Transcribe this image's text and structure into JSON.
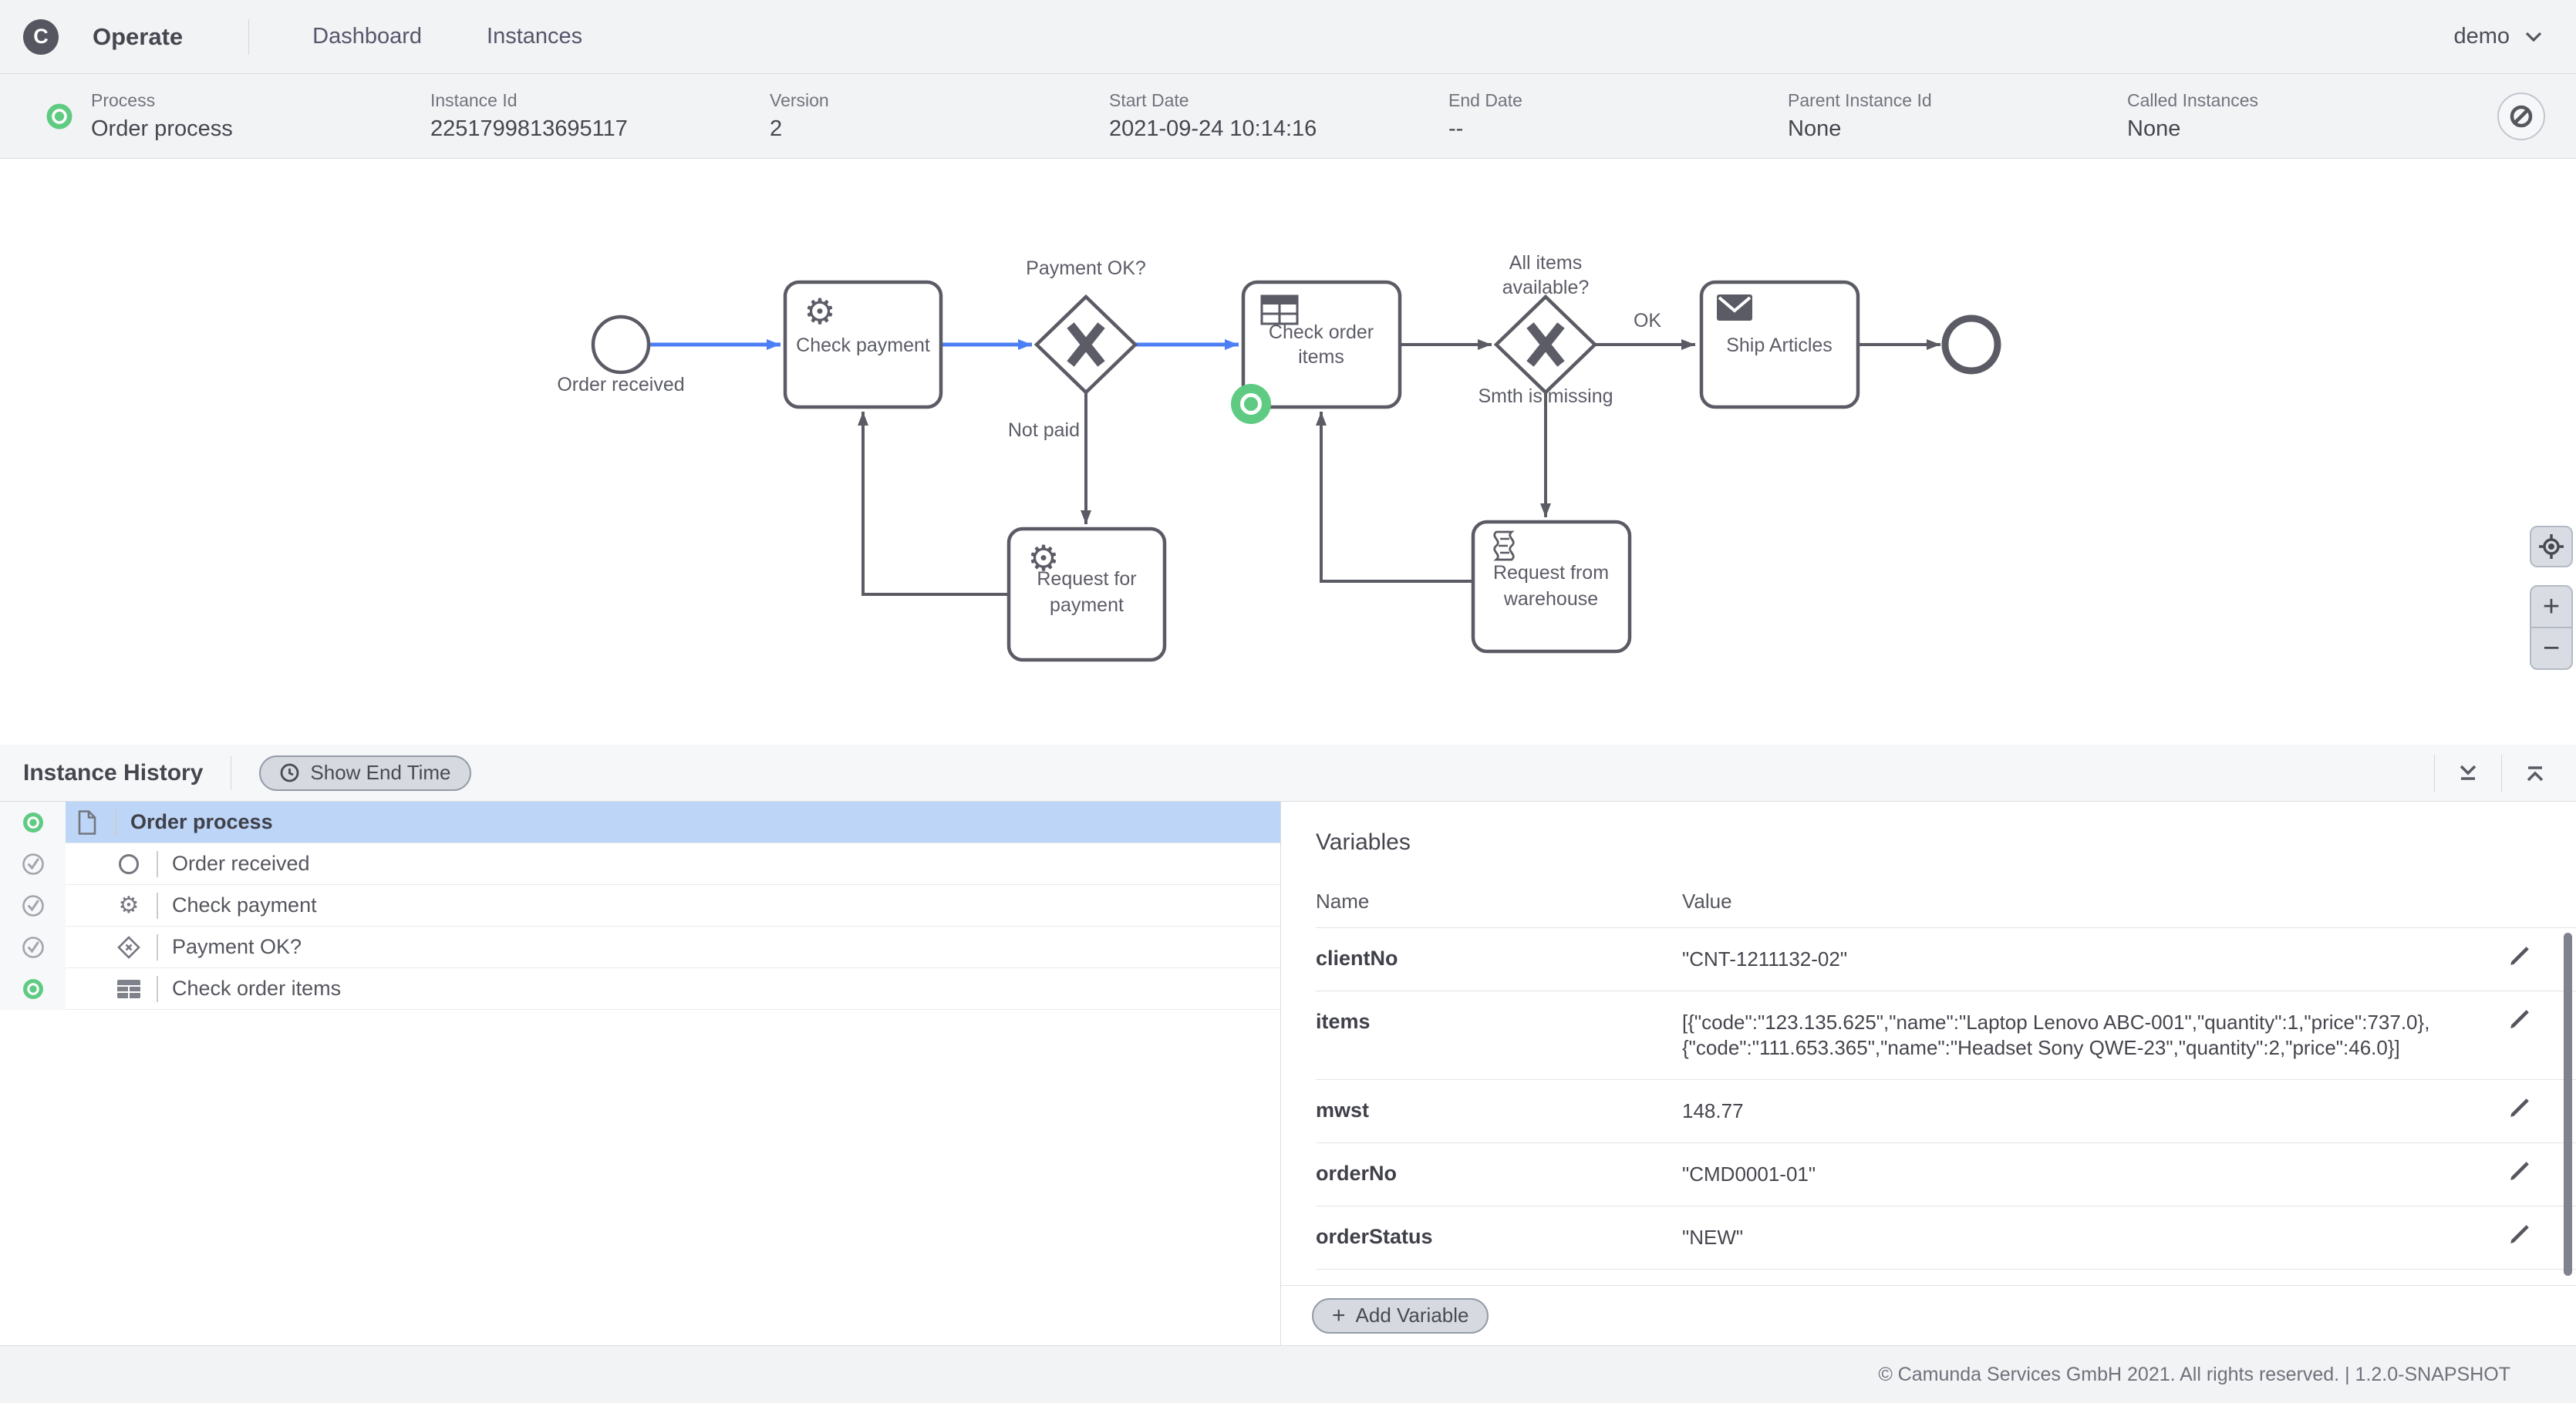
{
  "colors": {
    "active_green": "#5FCB82",
    "flow_blue": "#4C7EF5",
    "selected_row": "#BDD5F7",
    "bar_background": "#F2F3F5"
  },
  "icons": {
    "gear_glyph": "⚙",
    "plus_glyph": "+",
    "minus_glyph": "−",
    "add_plus_glyph": "+"
  },
  "header": {
    "logo_letter": "C",
    "brand": "Operate",
    "nav": [
      {
        "label": "Dashboard"
      },
      {
        "label": "Instances"
      }
    ],
    "user": "demo"
  },
  "instance_bar": {
    "fields": [
      {
        "label": "Process",
        "value": "Order process"
      },
      {
        "label": "Instance Id",
        "value": "2251799813695117"
      },
      {
        "label": "Version",
        "value": "2"
      },
      {
        "label": "Start Date",
        "value": "2021-09-24 10:14:16"
      },
      {
        "label": "End Date",
        "value": "--"
      },
      {
        "label": "Parent Instance Id",
        "value": "None"
      },
      {
        "label": "Called Instances",
        "value": "None"
      }
    ]
  },
  "diagram": {
    "start_label": "Order received",
    "task_check_payment": "Check payment",
    "gateway_payment_ok": "Payment OK?",
    "flow_not_paid": "Not paid",
    "task_check_order_line1": "Check order",
    "task_check_order_line2": "items",
    "gateway_all_items_line1": "All items",
    "gateway_all_items_line2": "available?",
    "flow_ok": "OK",
    "flow_smth_missing": "Smth is missing",
    "task_ship_articles": "Ship Articles",
    "task_request_payment_line1": "Request for",
    "task_request_payment_line2": "payment",
    "task_request_warehouse_line1": "Request from",
    "task_request_warehouse_line2": "warehouse"
  },
  "history": {
    "title": "Instance History",
    "show_end_time_label": "Show End Time",
    "rows": [
      {
        "label": "Order process",
        "state": "active",
        "selected": true
      },
      {
        "label": "Order received",
        "state": "completed",
        "selected": false
      },
      {
        "label": "Check payment",
        "state": "completed",
        "selected": false
      },
      {
        "label": "Payment OK?",
        "state": "completed",
        "selected": false
      },
      {
        "label": "Check order items",
        "state": "active",
        "selected": false
      }
    ]
  },
  "variables": {
    "title": "Variables",
    "columns": {
      "name": "Name",
      "value": "Value"
    },
    "rows": [
      {
        "name": "clientNo",
        "value": "\"CNT-1211132-02\""
      },
      {
        "name": "items",
        "value": "[{\"code\":\"123.135.625\",\"name\":\"Laptop Lenovo ABC-001\",\"quantity\":1,\"price\":737.0},{\"code\":\"111.653.365\",\"name\":\"Headset Sony QWE-23\",\"quantity\":2,\"price\":46.0}]"
      },
      {
        "name": "mwst",
        "value": "148.77"
      },
      {
        "name": "orderNo",
        "value": "\"CMD0001-01\""
      },
      {
        "name": "orderStatus",
        "value": "\"NEW\""
      }
    ],
    "add_variable_label": "Add Variable"
  },
  "footer": {
    "copyright": "© Camunda Services GmbH 2021. All rights reserved. | 1.2.0-SNAPSHOT"
  }
}
